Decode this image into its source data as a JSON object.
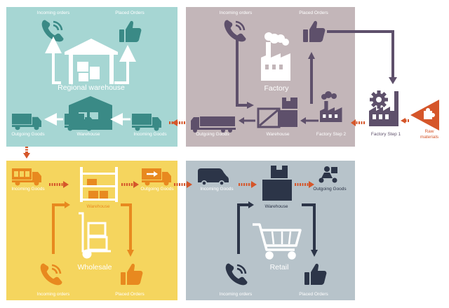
{
  "panels": {
    "regional_warehouse": {
      "title": "Regional warehouse",
      "incoming_orders": "Incoming orders",
      "placed_orders": "Placed Orders",
      "outgoing_goods": "Outgoing Goods",
      "warehouse": "Warehouse",
      "incoming_goods": "Incoming Goods",
      "color": "#a6d6d3",
      "icon_color": "#3a8a86"
    },
    "factory": {
      "title": "Factory",
      "incoming_orders": "Incoming orders",
      "placed_orders": "Placed Orders",
      "outgoing_goods": "Outgoing Goods",
      "warehouse": "Warehouse",
      "factory_step_2": "Factory Step 2",
      "color": "#c3b6b9",
      "icon_color": "#5e506b"
    },
    "wholesale": {
      "title": "Wholesale",
      "incoming_goods": "Incoming Goods",
      "warehouse": "Warehouse",
      "outgoing_goods": "Outgoing Goods",
      "incoming_orders": "Incoming orders",
      "placed_orders": "Placed Orders",
      "color": "#f5d55e",
      "icon_color": "#e8891f"
    },
    "retail": {
      "title": "Retail",
      "incoming_goods": "Incoming Goods",
      "warehouse": "Warehouse",
      "outgoing_goods": "Outgoing Goods",
      "incoming_orders": "Incoming orders",
      "placed_orders": "Placed Orders",
      "color": "#b7c3ca",
      "icon_color": "#2c3548"
    }
  },
  "factory_step_1": "Factory Step 1",
  "raw_materials_line1": "Raw",
  "raw_materials_line2": "materials",
  "flow_arrow_color": "#d5562a",
  "icons": [
    "phone-icon",
    "thumbs-up-icon",
    "warehouse-icon",
    "truck-icon",
    "factory-icon",
    "crate-icon",
    "boxes-icon",
    "puzzle-icon",
    "gear-icon",
    "van-icon",
    "scooter-icon",
    "hand-truck-icon",
    "shopping-cart-icon",
    "shelf-icon"
  ]
}
